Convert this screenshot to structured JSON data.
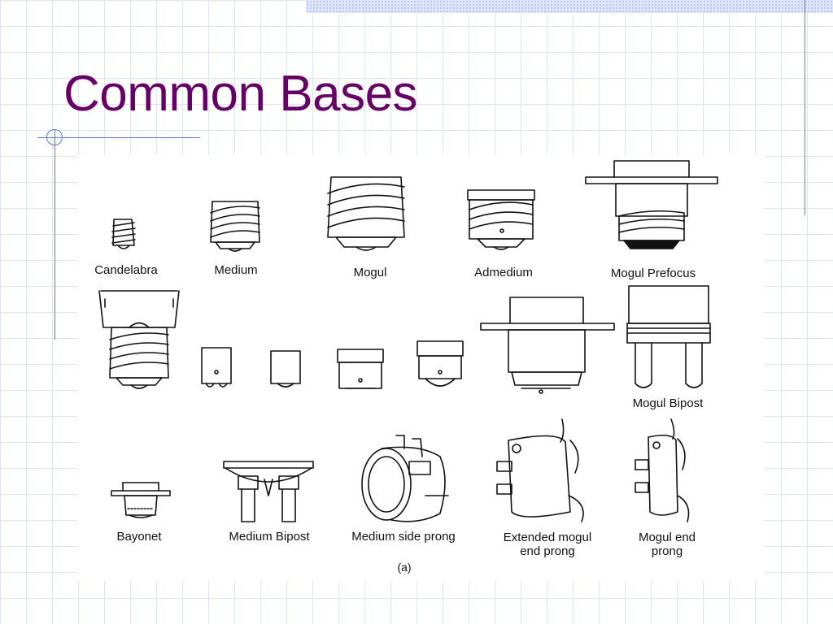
{
  "slide": {
    "title": "Common Bases"
  },
  "figure": {
    "caption": "(a)",
    "labels": {
      "candelabra": "Candelabra",
      "medium": "Medium",
      "mogul": "Mogul",
      "admedium": "Admedium",
      "mogul_prefocus": "Mogul Prefocus",
      "mogul_bipost": "Mogul Bipost",
      "bayonet": "Bayonet",
      "medium_bipost": "Medium Bipost",
      "medium_side_prong": "Medium side prong",
      "extended_mogul_end_prong": "Extended mogul\nend prong",
      "mogul_end_prong": "Mogul end\nprong"
    }
  }
}
